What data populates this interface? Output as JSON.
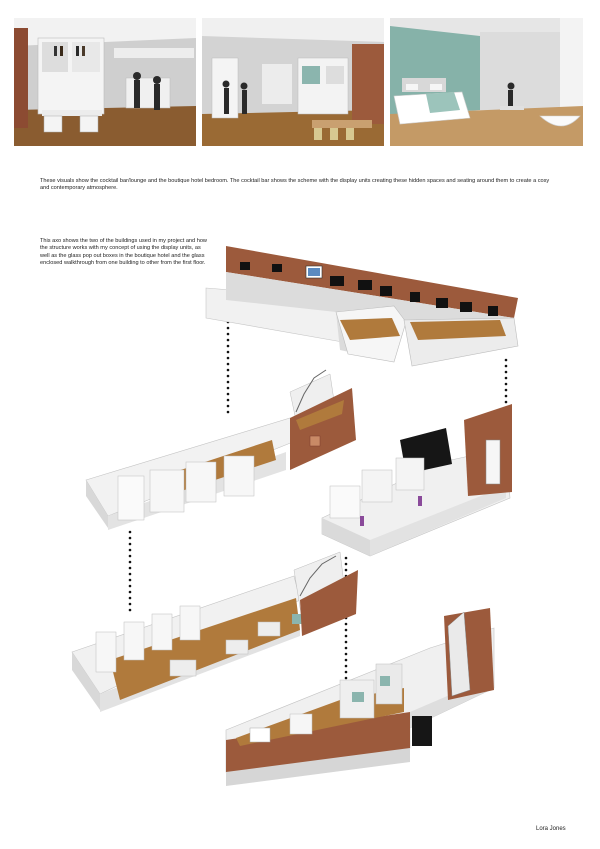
{
  "caption": "These visuals show the cocktail bar/lounge and the boutique hotel bedroom. The cocktail bar shows the scheme with the display units creating these hidden spaces and seating around them to create a cosy and contemporary atmosphere.",
  "axo_description": "This axo shows the two of the buildings used in my project and how the structure works with my concept of using the display units, as well as the glass pop out boxes in the boutique hotel and the glass enclosed walkthrough from one building to other from the first floor.",
  "author": "Lora Jones",
  "colors": {
    "brick": "#9c5a3c",
    "timber": "#b07a3c",
    "wall": "#e9e9e9",
    "accent_teal": "#8bb5ae"
  }
}
